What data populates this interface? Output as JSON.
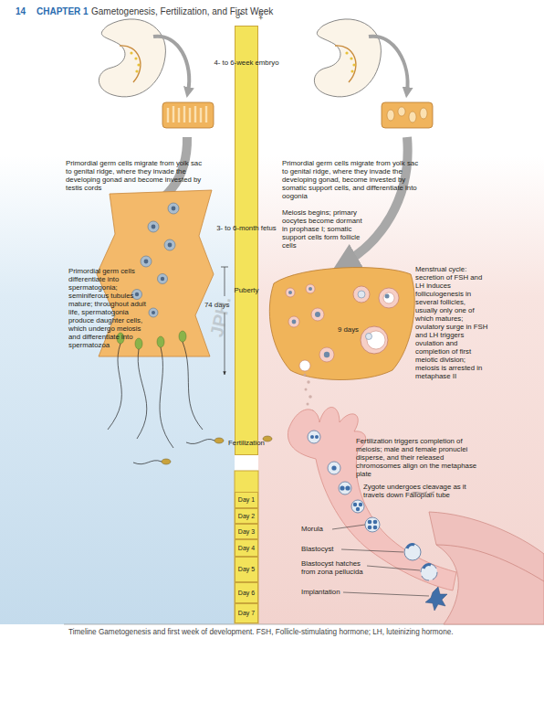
{
  "diagram": {
    "caption": "Timeline Gametogenesis and first week of development. FSH, Follicle-stimulating hormone; LH, luteinizing hormone.",
    "nodes": [
      {
        "text": [
          "4- to 6-week embryo",
          "3- to 6-month fetus",
          "Puberty",
          "Fertilization"
        ]
      },
      {
        "text": [
          "Day 1"
        ]
      },
      {
        "text": [
          "Day 2"
        ]
      },
      {
        "text": [
          "Day 3"
        ]
      },
      {
        "text": [
          "Day 4"
        ]
      },
      {
        "text": [
          "Day 5"
        ]
      },
      {
        "text": [
          "Day 6"
        ]
      },
      {
        "text": [
          "Day 7"
        ]
      }
    ],
    "labels": [
      "14",
      "CHAPTER 1",
      "Gametogenesis, Fertilization, and First Week",
      "♂",
      "♀",
      "Primordial germ cells migrate from yolk sac to genital ridge, where they invade the developing gonad and become invested by testis cords",
      "Primordial germ cells migrate from yolk sac to genital ridge, where they invade the developing gonad, become invested by somatic support cells, and differentiate into oogonia",
      "Meiosis begins; primary oocytes become dormant in prophase I; somatic support cells form follicle cells",
      "Primordial germ cells differentiate into spermatogonia; seminiferous tubules mature; throughout adult life, spermatogonia produce daughter cells, which undergo meiosis and differentiate into spermatozoa",
      "74 days",
      "Menstrual cycle: secretion of FSH and LH induces folliculogenesis in several follicles, usually only one of which matures; ovulatory surge in FSH and LH triggers ovulation and completion of first meiotic division; meiosis is arrested in metaphase II",
      "9 days",
      "Fertilization triggers completion of meiosis; male and female pronuclei disperse, and their released chromosomes align on the metaphase plate",
      "Zygote undergoes cleavage as it travels down Fallopian tube",
      "Morula",
      "Blastocyst",
      "Blastocyst hatches from zona pellucida",
      "Implantation",
      "JPH."
    ]
  }
}
